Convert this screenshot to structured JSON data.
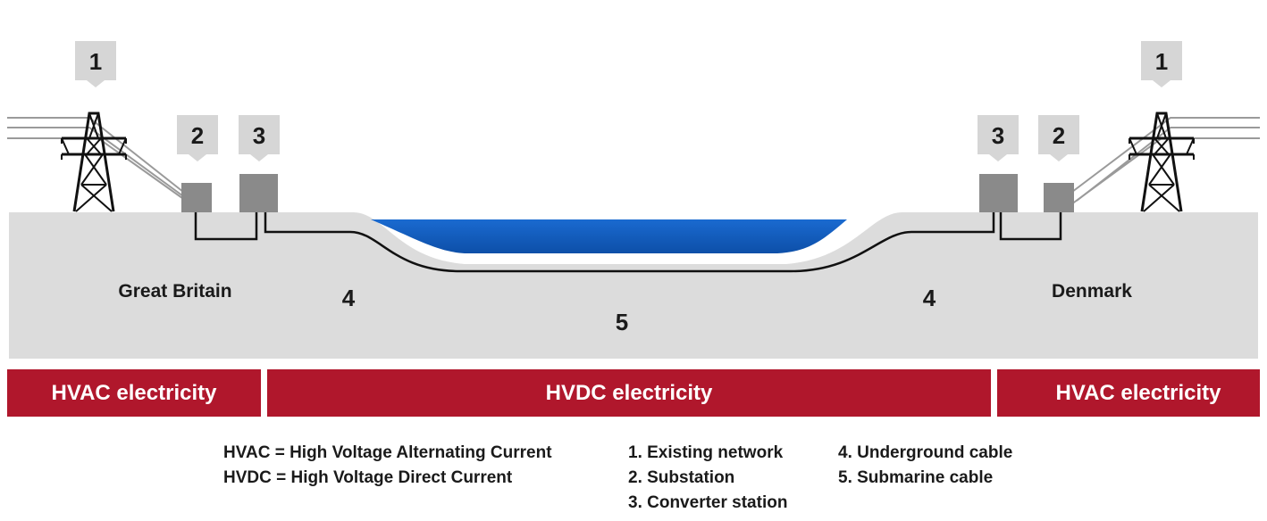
{
  "markers": {
    "gb_network": "1",
    "gb_substation": "2",
    "gb_converter": "3",
    "dk_converter": "3",
    "dk_substation": "2",
    "dk_network": "1"
  },
  "places": {
    "left": "Great Britain",
    "right": "Denmark"
  },
  "sections": {
    "left_underground": "4",
    "right_underground": "4",
    "submarine": "5"
  },
  "bands": {
    "left": "HVAC electricity",
    "middle": "HVDC electricity",
    "right": "HVAC electricity"
  },
  "legend": {
    "abbreviations": [
      "HVAC = High Voltage Alternating Current",
      "HVDC = High Voltage Direct Current"
    ],
    "components_a": [
      "1. Existing network",
      "2. Substation",
      "3. Converter station"
    ],
    "components_b": [
      "4. Underground cable",
      "5. Submarine cable"
    ]
  },
  "colors": {
    "ground": "#dcdcdc",
    "sea": "#1560c0",
    "band": "#b0172c",
    "callout": "#d6d6d6",
    "box": "#8a8a8a"
  }
}
